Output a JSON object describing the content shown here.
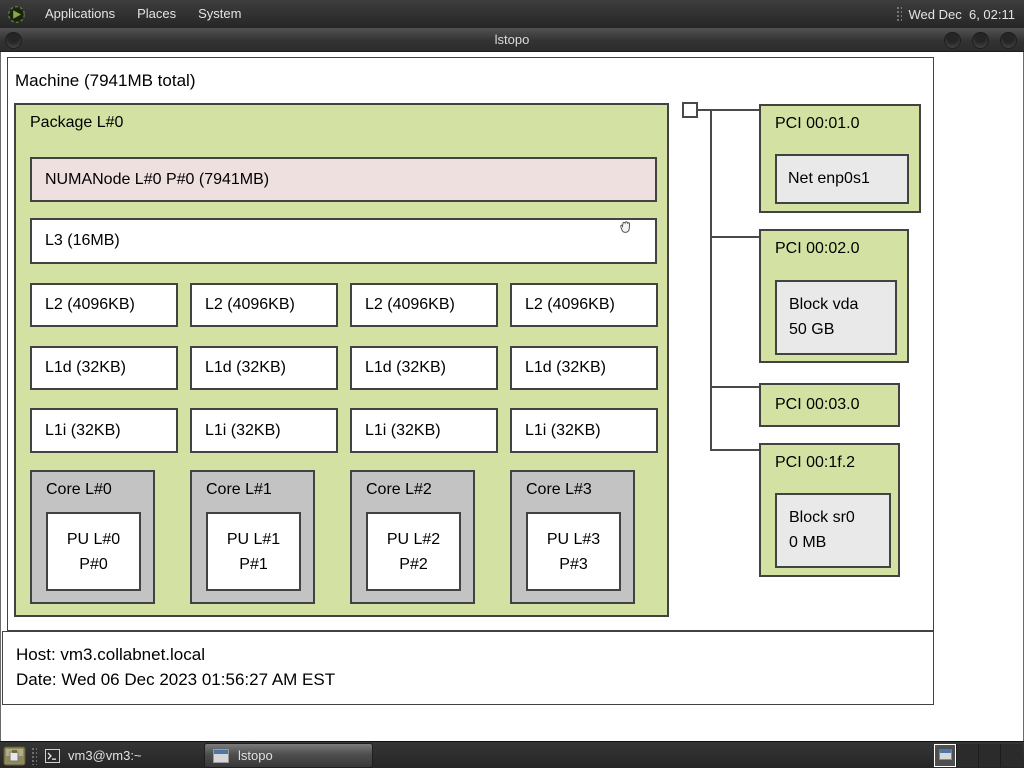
{
  "desktop": {
    "top_panel": {
      "menus": [
        "Applications",
        "Places",
        "System"
      ],
      "clock": "Wed Dec  6, 02:11"
    },
    "window": {
      "title": "lstopo"
    },
    "taskbar": {
      "items": [
        {
          "label": "vm3@vm3:~"
        },
        {
          "label": "lstopo"
        }
      ],
      "workspace_count": "4"
    }
  },
  "topology": {
    "machine_label": "Machine (7941MB total)",
    "package_label": "Package L#0",
    "numa_label": "NUMANode L#0 P#0 (7941MB)",
    "l3_label": "L3 (16MB)",
    "l2_labels": [
      "L2 (4096KB)",
      "L2 (4096KB)",
      "L2 (4096KB)",
      "L2 (4096KB)"
    ],
    "l1d_labels": [
      "L1d (32KB)",
      "L1d (32KB)",
      "L1d (32KB)",
      "L1d (32KB)"
    ],
    "l1i_labels": [
      "L1i (32KB)",
      "L1i (32KB)",
      "L1i (32KB)",
      "L1i (32KB)"
    ],
    "cores": [
      {
        "label": "Core L#0",
        "pu1": "PU L#0",
        "pu2": "P#0"
      },
      {
        "label": "Core L#1",
        "pu1": "PU L#1",
        "pu2": "P#1"
      },
      {
        "label": "Core L#2",
        "pu1": "PU L#2",
        "pu2": "P#2"
      },
      {
        "label": "Core L#3",
        "pu1": "PU L#3",
        "pu2": "P#3"
      }
    ],
    "pci": [
      {
        "label": "PCI 00:01.0",
        "dev1": "Net enp0s1",
        "dev2": ""
      },
      {
        "label": "PCI 00:02.0",
        "dev1": "Block vda",
        "dev2": "50 GB"
      },
      {
        "label": "PCI 00:03.0"
      },
      {
        "label": "PCI 00:1f.2",
        "dev1": "Block sr0",
        "dev2": "0 MB"
      }
    ],
    "legend": [
      "Host: vm3.collabnet.local",
      "Date: Wed 06 Dec 2023 01:56:27 AM EST"
    ],
    "colors": {
      "package_green": "#d3e2a2",
      "numa_pink": "#eee0df",
      "core_gray": "#c3c3c3",
      "device_gray": "#e9e9e9",
      "border": "#424242"
    }
  }
}
